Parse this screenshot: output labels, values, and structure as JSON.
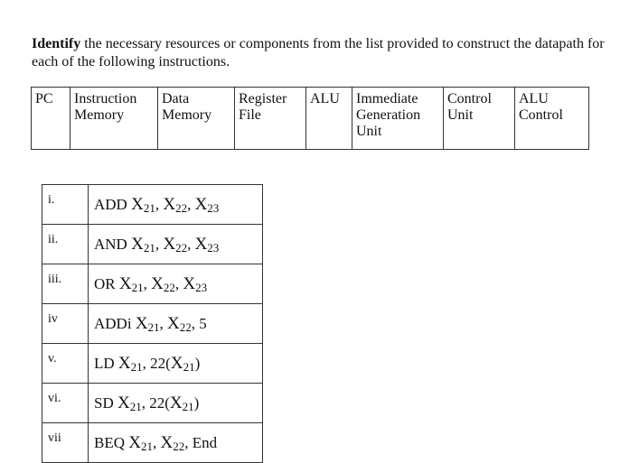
{
  "prompt": {
    "bold_lead": "Identify",
    "text": " the necessary resources or components from the list provided to construct the datapath for each of the following instructions."
  },
  "resources": [
    {
      "label": "PC"
    },
    {
      "label": "Instruction Memory"
    },
    {
      "label": "Data Memory"
    },
    {
      "label": "Register File"
    },
    {
      "label": "ALU"
    },
    {
      "label": "Immediate Generation Unit"
    },
    {
      "label": "Control Unit"
    },
    {
      "label": "ALU Control"
    }
  ],
  "instructions": [
    {
      "num": "i.",
      "op": "ADD",
      "parts": [
        [
          "X",
          "21"
        ],
        [
          "X",
          "22"
        ],
        [
          "X",
          "23"
        ]
      ],
      "text": "ADD X21, X22, X23"
    },
    {
      "num": "ii.",
      "op": "AND",
      "parts": [
        [
          "X",
          "21"
        ],
        [
          "X",
          "22"
        ],
        [
          "X",
          "23"
        ]
      ],
      "text": "AND X21, X22, X23"
    },
    {
      "num": "iii.",
      "op": "OR",
      "parts": [
        [
          "X",
          "21"
        ],
        [
          "X",
          "22"
        ],
        [
          "X",
          "23"
        ]
      ],
      "text": "OR X21, X22, X23"
    },
    {
      "num": "iv",
      "op": "ADDi",
      "parts": [
        [
          "X",
          "21"
        ],
        [
          "X",
          "22"
        ]
      ],
      "tail": ", 5",
      "text": "ADDi X21, X22, 5"
    },
    {
      "num": "v.",
      "op": "LD",
      "text": "LD X21, 22(X21)"
    },
    {
      "num": "vi.",
      "op": "SD",
      "text": "SD X21, 22(X21)"
    },
    {
      "num": "vii",
      "op": "BEQ",
      "text": "BEQ X21, X22, End"
    }
  ]
}
